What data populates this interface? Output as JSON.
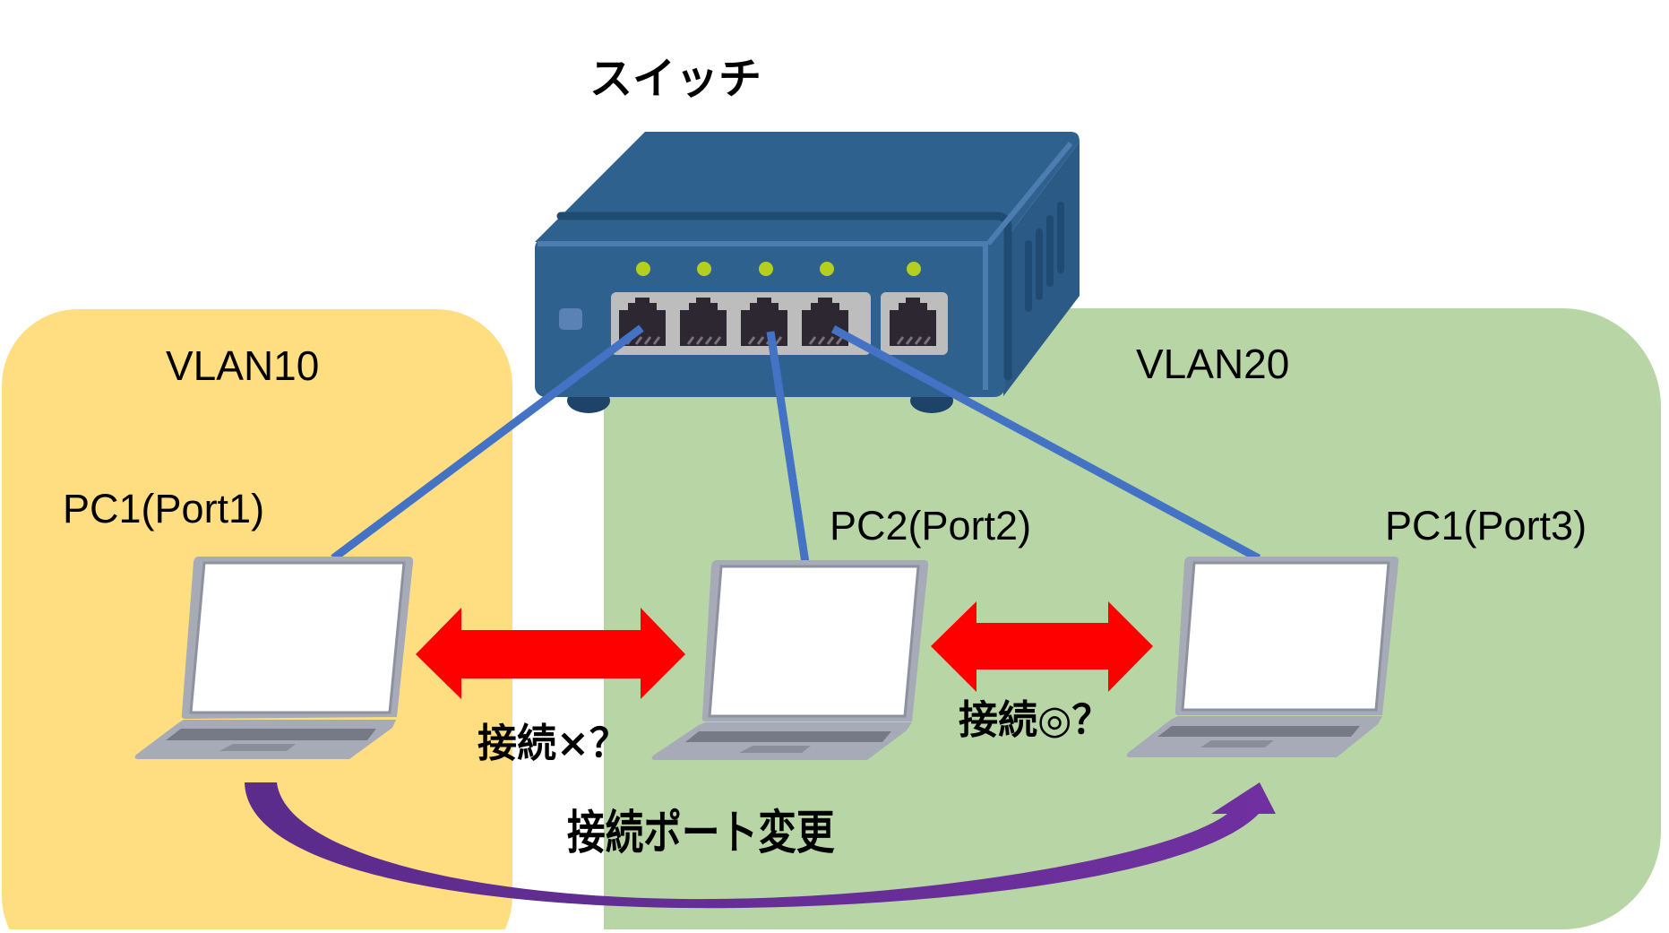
{
  "title": "スイッチ",
  "zones": [
    {
      "name": "VLAN10",
      "color": "#FFDE82"
    },
    {
      "name": "VLAN20",
      "color": "#B8D6A5"
    }
  ],
  "switch": {
    "label": "スイッチ",
    "port_count": 5,
    "body_color": "#2F618F",
    "led_color": "#B5CF1E"
  },
  "pcs": [
    {
      "label": "PC1(Port1)",
      "vlan": "VLAN10",
      "port": 1
    },
    {
      "label": "PC2(Port2)",
      "vlan": "VLAN20",
      "port": 2
    },
    {
      "label": "PC1(Port3)",
      "vlan": "VLAN20",
      "port": 3
    }
  ],
  "connections": [
    {
      "from": "PC1(Port1)",
      "to": "PC2(Port2)",
      "label": "接続×？",
      "color": "#FF0000"
    },
    {
      "from": "PC2(Port2)",
      "to": "PC1(Port3)",
      "label": "接続◎？",
      "color": "#FF0000"
    }
  ],
  "move": {
    "label": "接続ポート変更",
    "color": "#7030A0"
  },
  "cable_color": "#4472C4"
}
